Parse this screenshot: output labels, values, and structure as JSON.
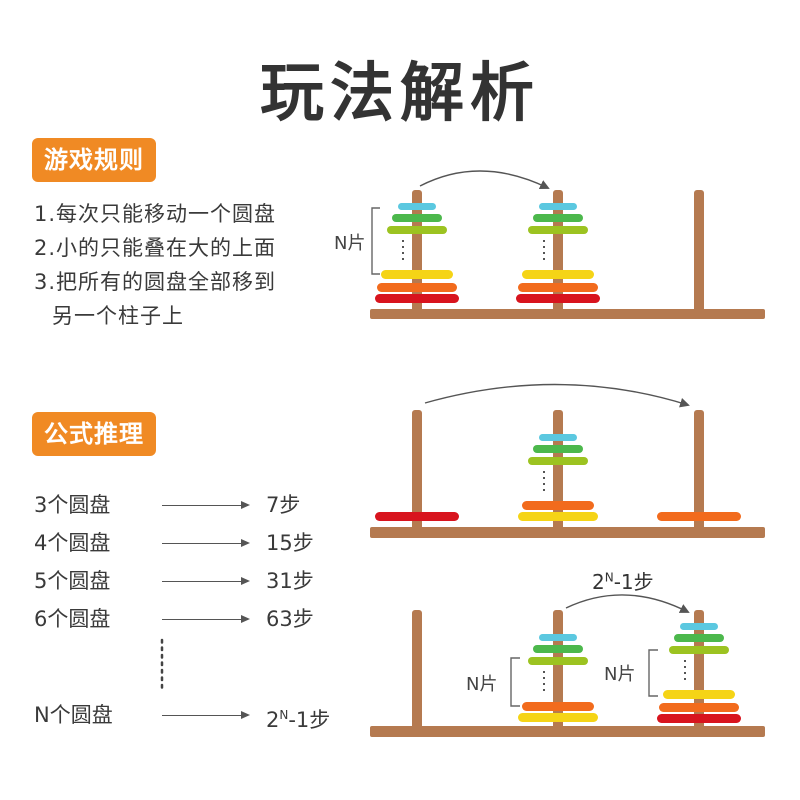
{
  "title": "玩法解析",
  "rules_section": {
    "badge": "游戏规则",
    "rules": [
      "1.每次只能移动一个圆盘",
      "2.小的只能叠在大的上面",
      "3.把所有的圆盘全部移到",
      "另一个柱子上"
    ]
  },
  "formula_section": {
    "badge": "公式推理",
    "rows": [
      {
        "label": "3个圆盘",
        "result": "7步"
      },
      {
        "label": "4个圆盘",
        "result": "15步"
      },
      {
        "label": "5个圆盘",
        "result": "31步"
      },
      {
        "label": "6个圆盘",
        "result": "63步"
      }
    ],
    "last_row": {
      "label": "N个圆盘",
      "base": "2",
      "exp": "N",
      "rest": "-1步"
    }
  },
  "diagram_labels": {
    "n_pieces": "N片",
    "move_base": "2",
    "move_exp": "N",
    "move_rest": "-1步"
  },
  "colors": {
    "badge": "#f08a24",
    "wood": "#b57a50",
    "disc_cyan": "#5bc8e0",
    "disc_green": "#4cb84c",
    "disc_olive": "#9cc321",
    "disc_yellow": "#f5d416",
    "disc_orange": "#f26b1d",
    "disc_red": "#d8141e"
  }
}
